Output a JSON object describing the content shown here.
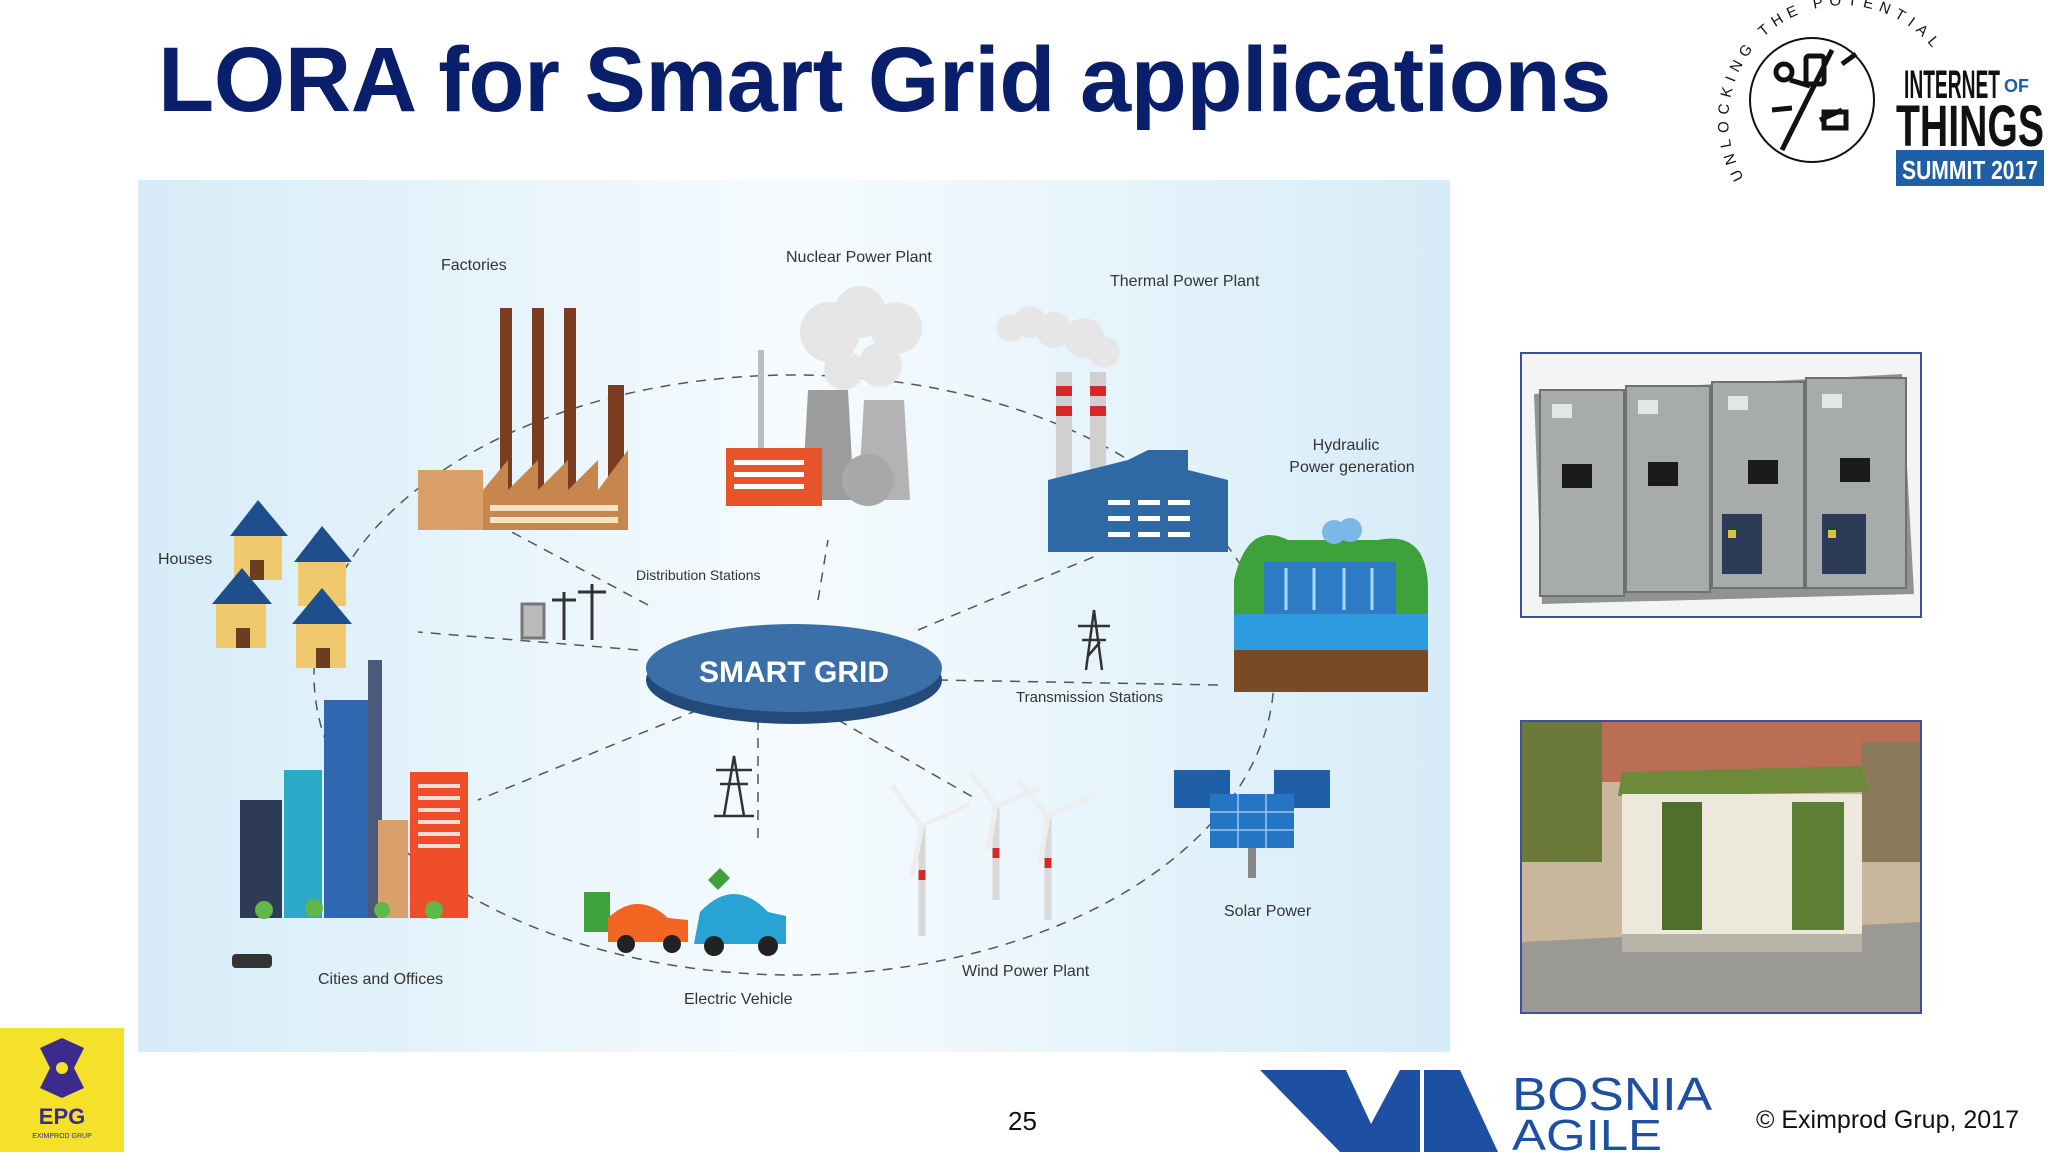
{
  "slide": {
    "title": "LORA for Smart Grid applications",
    "page_number": "25",
    "copyright": "© Eximprod Grup, 2017"
  },
  "diagram": {
    "center_label": "SMART GRID",
    "labels": {
      "factories": "Factories",
      "nuclear": "Nuclear Power Plant",
      "thermal": "Thermal Power Plant",
      "hydraulic_line1": "Hydraulic",
      "hydraulic_line2": "Power generation",
      "houses": "Houses",
      "distribution": "Distribution Stations",
      "transmission": "Transmission Stations",
      "cities": "Cities and Offices",
      "ev": "Electric Vehicle",
      "wind": "Wind Power Plant",
      "solar": "Solar Power"
    }
  },
  "logos": {
    "iot_arc_text": "UNLOCKING THE POTENTIAL",
    "iot_line1": "INTERNET",
    "iot_of": "OF",
    "iot_line2": "THINGS",
    "iot_line3": "SUMMIT 2017",
    "epg_text": "EPG",
    "epg_sub": "EXIMPROD GRUP",
    "bosnia_line1": "BOSNIA",
    "bosnia_line2": "AGILE"
  },
  "colors": {
    "title": "#0a1f6b",
    "diagram_bg": "#eaf5fc",
    "smart_grid": "#3a6fa8",
    "iot_blue": "#1f5fa8",
    "epg_yellow": "#f5e02a",
    "bosnia_blue": "#1d4fa3"
  }
}
